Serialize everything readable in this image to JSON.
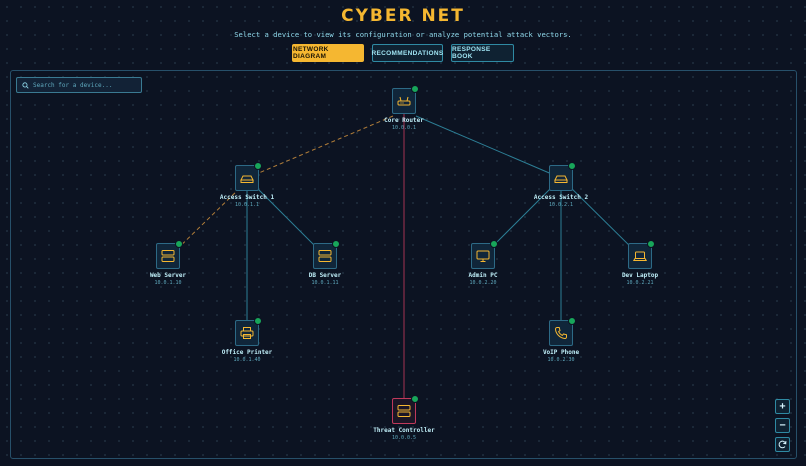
{
  "app": {
    "title": "CYBER NET",
    "subtitle": "Select a device to view its configuration or analyze potential attack vectors."
  },
  "tabs": [
    {
      "label": "NETWORK DIAGRAM",
      "active": true
    },
    {
      "label": "RECOMMENDATIONS",
      "active": false
    },
    {
      "label": "RESPONSE BOOK",
      "active": false
    }
  ],
  "search": {
    "placeholder": "Search for a device...",
    "icon": "search-icon"
  },
  "devices": {
    "core_router": {
      "name": "Core Router",
      "ip": "10.0.0.1",
      "icon": "router-icon",
      "status": "online"
    },
    "access_switch_1": {
      "name": "Access Switch 1",
      "ip": "10.0.1.1",
      "icon": "switch-icon",
      "status": "online"
    },
    "access_switch_2": {
      "name": "Access Switch 2",
      "ip": "10.0.2.1",
      "icon": "switch-icon",
      "status": "online"
    },
    "web_server": {
      "name": "Web Server",
      "ip": "10.0.1.10",
      "icon": "server-icon",
      "status": "online"
    },
    "db_server": {
      "name": "DB Server",
      "ip": "10.0.1.11",
      "icon": "server-icon",
      "status": "online"
    },
    "admin_pc": {
      "name": "Admin PC",
      "ip": "10.0.2.20",
      "icon": "monitor-icon",
      "status": "online"
    },
    "dev_laptop": {
      "name": "Dev Laptop",
      "ip": "10.0.2.21",
      "icon": "laptop-icon",
      "status": "online"
    },
    "office_printer": {
      "name": "Office Printer",
      "ip": "10.0.1.40",
      "icon": "printer-icon",
      "status": "online"
    },
    "voip_phone": {
      "name": "VoIP Phone",
      "ip": "10.0.2.30",
      "icon": "phone-icon",
      "status": "online"
    },
    "threat_controller": {
      "name": "Threat Controller",
      "ip": "10.0.0.5",
      "icon": "server-icon",
      "status": "online"
    }
  },
  "zoom_controls": {
    "zoom_in": "+",
    "zoom_out": "−",
    "reset_icon": "refresh-icon"
  },
  "colors": {
    "accent": "#f5b731",
    "link": "#2d7f96",
    "attack_path": "#c58a3c",
    "threat_link": "#c0395b",
    "status_online": "#18a65a"
  }
}
